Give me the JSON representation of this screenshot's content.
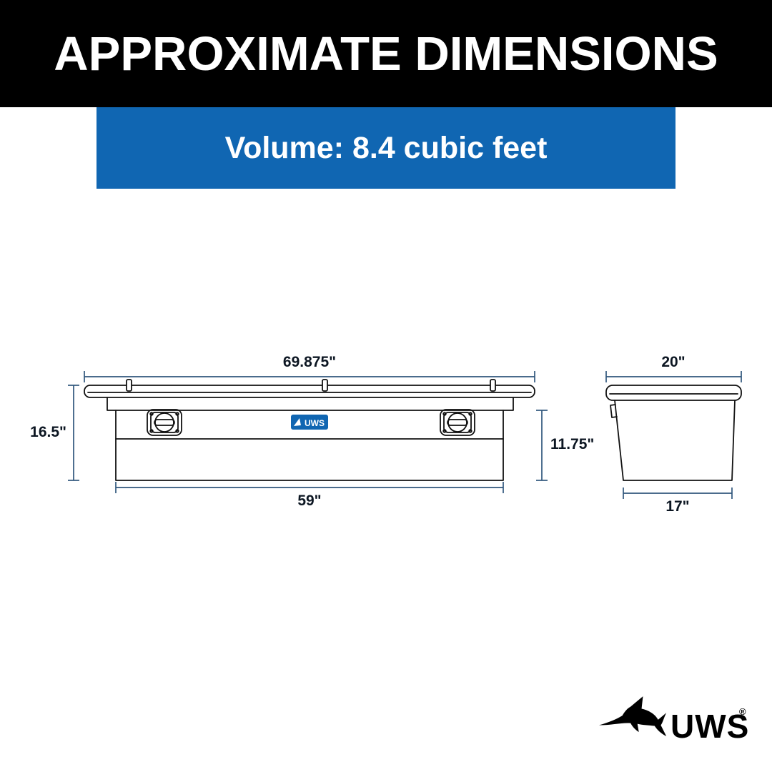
{
  "header": {
    "title": "APPROXIMATE DIMENSIONS"
  },
  "banner": {
    "text": "Volume: 8.4 cubic feet"
  },
  "front_view": {
    "width_top": "69.875\"",
    "height_left": "16.5\"",
    "height_right": "11.75\"",
    "width_bottom": "59\"",
    "logo": "UWS"
  },
  "side_view": {
    "width_top": "20\"",
    "width_bottom": "17\""
  },
  "brand": {
    "name": "UWS",
    "registered": "®"
  },
  "colors": {
    "banner_blue": "#1066b2",
    "logo_blue": "#1066b2",
    "drawing_line": "#111111",
    "dimension_line": "#30567c",
    "header_bg": "#000000"
  }
}
